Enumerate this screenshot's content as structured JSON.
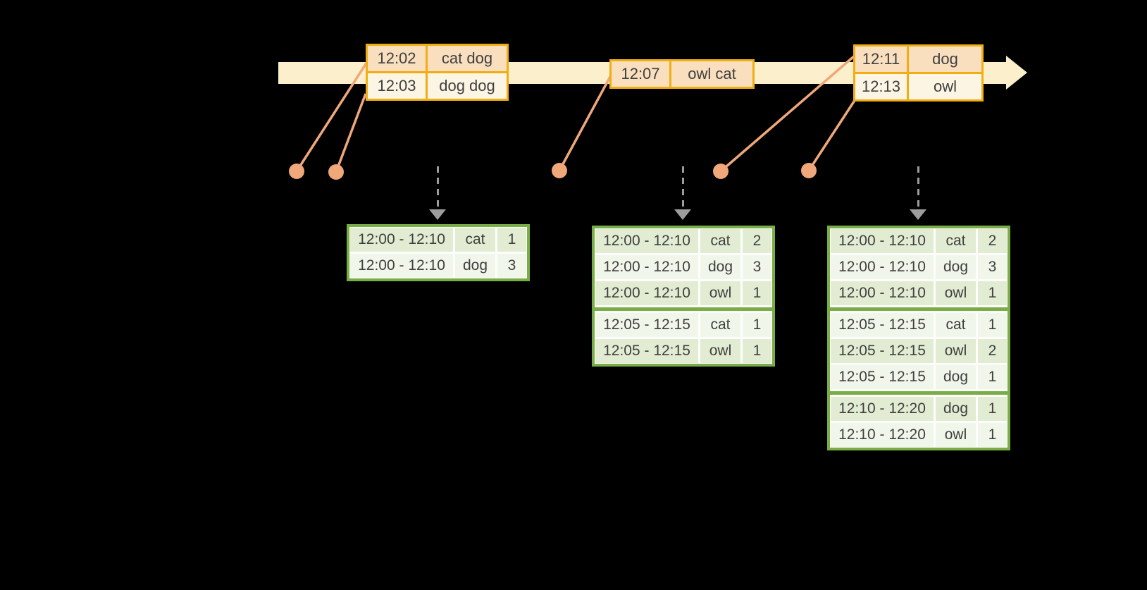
{
  "colors": {
    "bg": "#000000",
    "band": "#fbf0cb",
    "gold": "#f0ae13",
    "peach": "#fadfbe",
    "cream": "#fdf5e4",
    "salmon": "#f0a87b",
    "green": "#79ad45",
    "row-dark": "#e2ecd2",
    "row-light": "#f1f6ea",
    "arrow-gray": "#9d9d9d",
    "text": "#3f3f3f"
  },
  "event_tables": [
    {
      "rows": [
        {
          "time": "12:02",
          "words": "cat dog"
        },
        {
          "time": "12:03",
          "words": "dog dog"
        }
      ]
    },
    {
      "rows": [
        {
          "time": "12:07",
          "words": "owl cat"
        }
      ]
    },
    {
      "rows": [
        {
          "time": "12:11",
          "words": "dog"
        },
        {
          "time": "12:13",
          "words": "owl"
        }
      ]
    }
  ],
  "result_tables": [
    {
      "rows": [
        {
          "window": "12:00 - 12:10",
          "word": "cat",
          "count": "1"
        },
        {
          "window": "12:00 - 12:10",
          "word": "dog",
          "count": "3"
        }
      ]
    },
    {
      "rows": [
        {
          "window": "12:00 - 12:10",
          "word": "cat",
          "count": "2"
        },
        {
          "window": "12:00 - 12:10",
          "word": "dog",
          "count": "3"
        },
        {
          "window": "12:00 - 12:10",
          "word": "owl",
          "count": "1"
        },
        {
          "window": "12:05 - 12:15",
          "word": "cat",
          "count": "1"
        },
        {
          "window": "12:05 - 12:15",
          "word": "owl",
          "count": "1"
        }
      ]
    },
    {
      "rows": [
        {
          "window": "12:00 - 12:10",
          "word": "cat",
          "count": "2"
        },
        {
          "window": "12:00 - 12:10",
          "word": "dog",
          "count": "3"
        },
        {
          "window": "12:00 - 12:10",
          "word": "owl",
          "count": "1"
        },
        {
          "window": "12:05 - 12:15",
          "word": "cat",
          "count": "1"
        },
        {
          "window": "12:05 - 12:15",
          "word": "owl",
          "count": "2"
        },
        {
          "window": "12:05 - 12:15",
          "word": "dog",
          "count": "1"
        },
        {
          "window": "12:10 - 12:20",
          "word": "dog",
          "count": "1"
        },
        {
          "window": "12:10 - 12:20",
          "word": "owl",
          "count": "1"
        }
      ]
    }
  ]
}
